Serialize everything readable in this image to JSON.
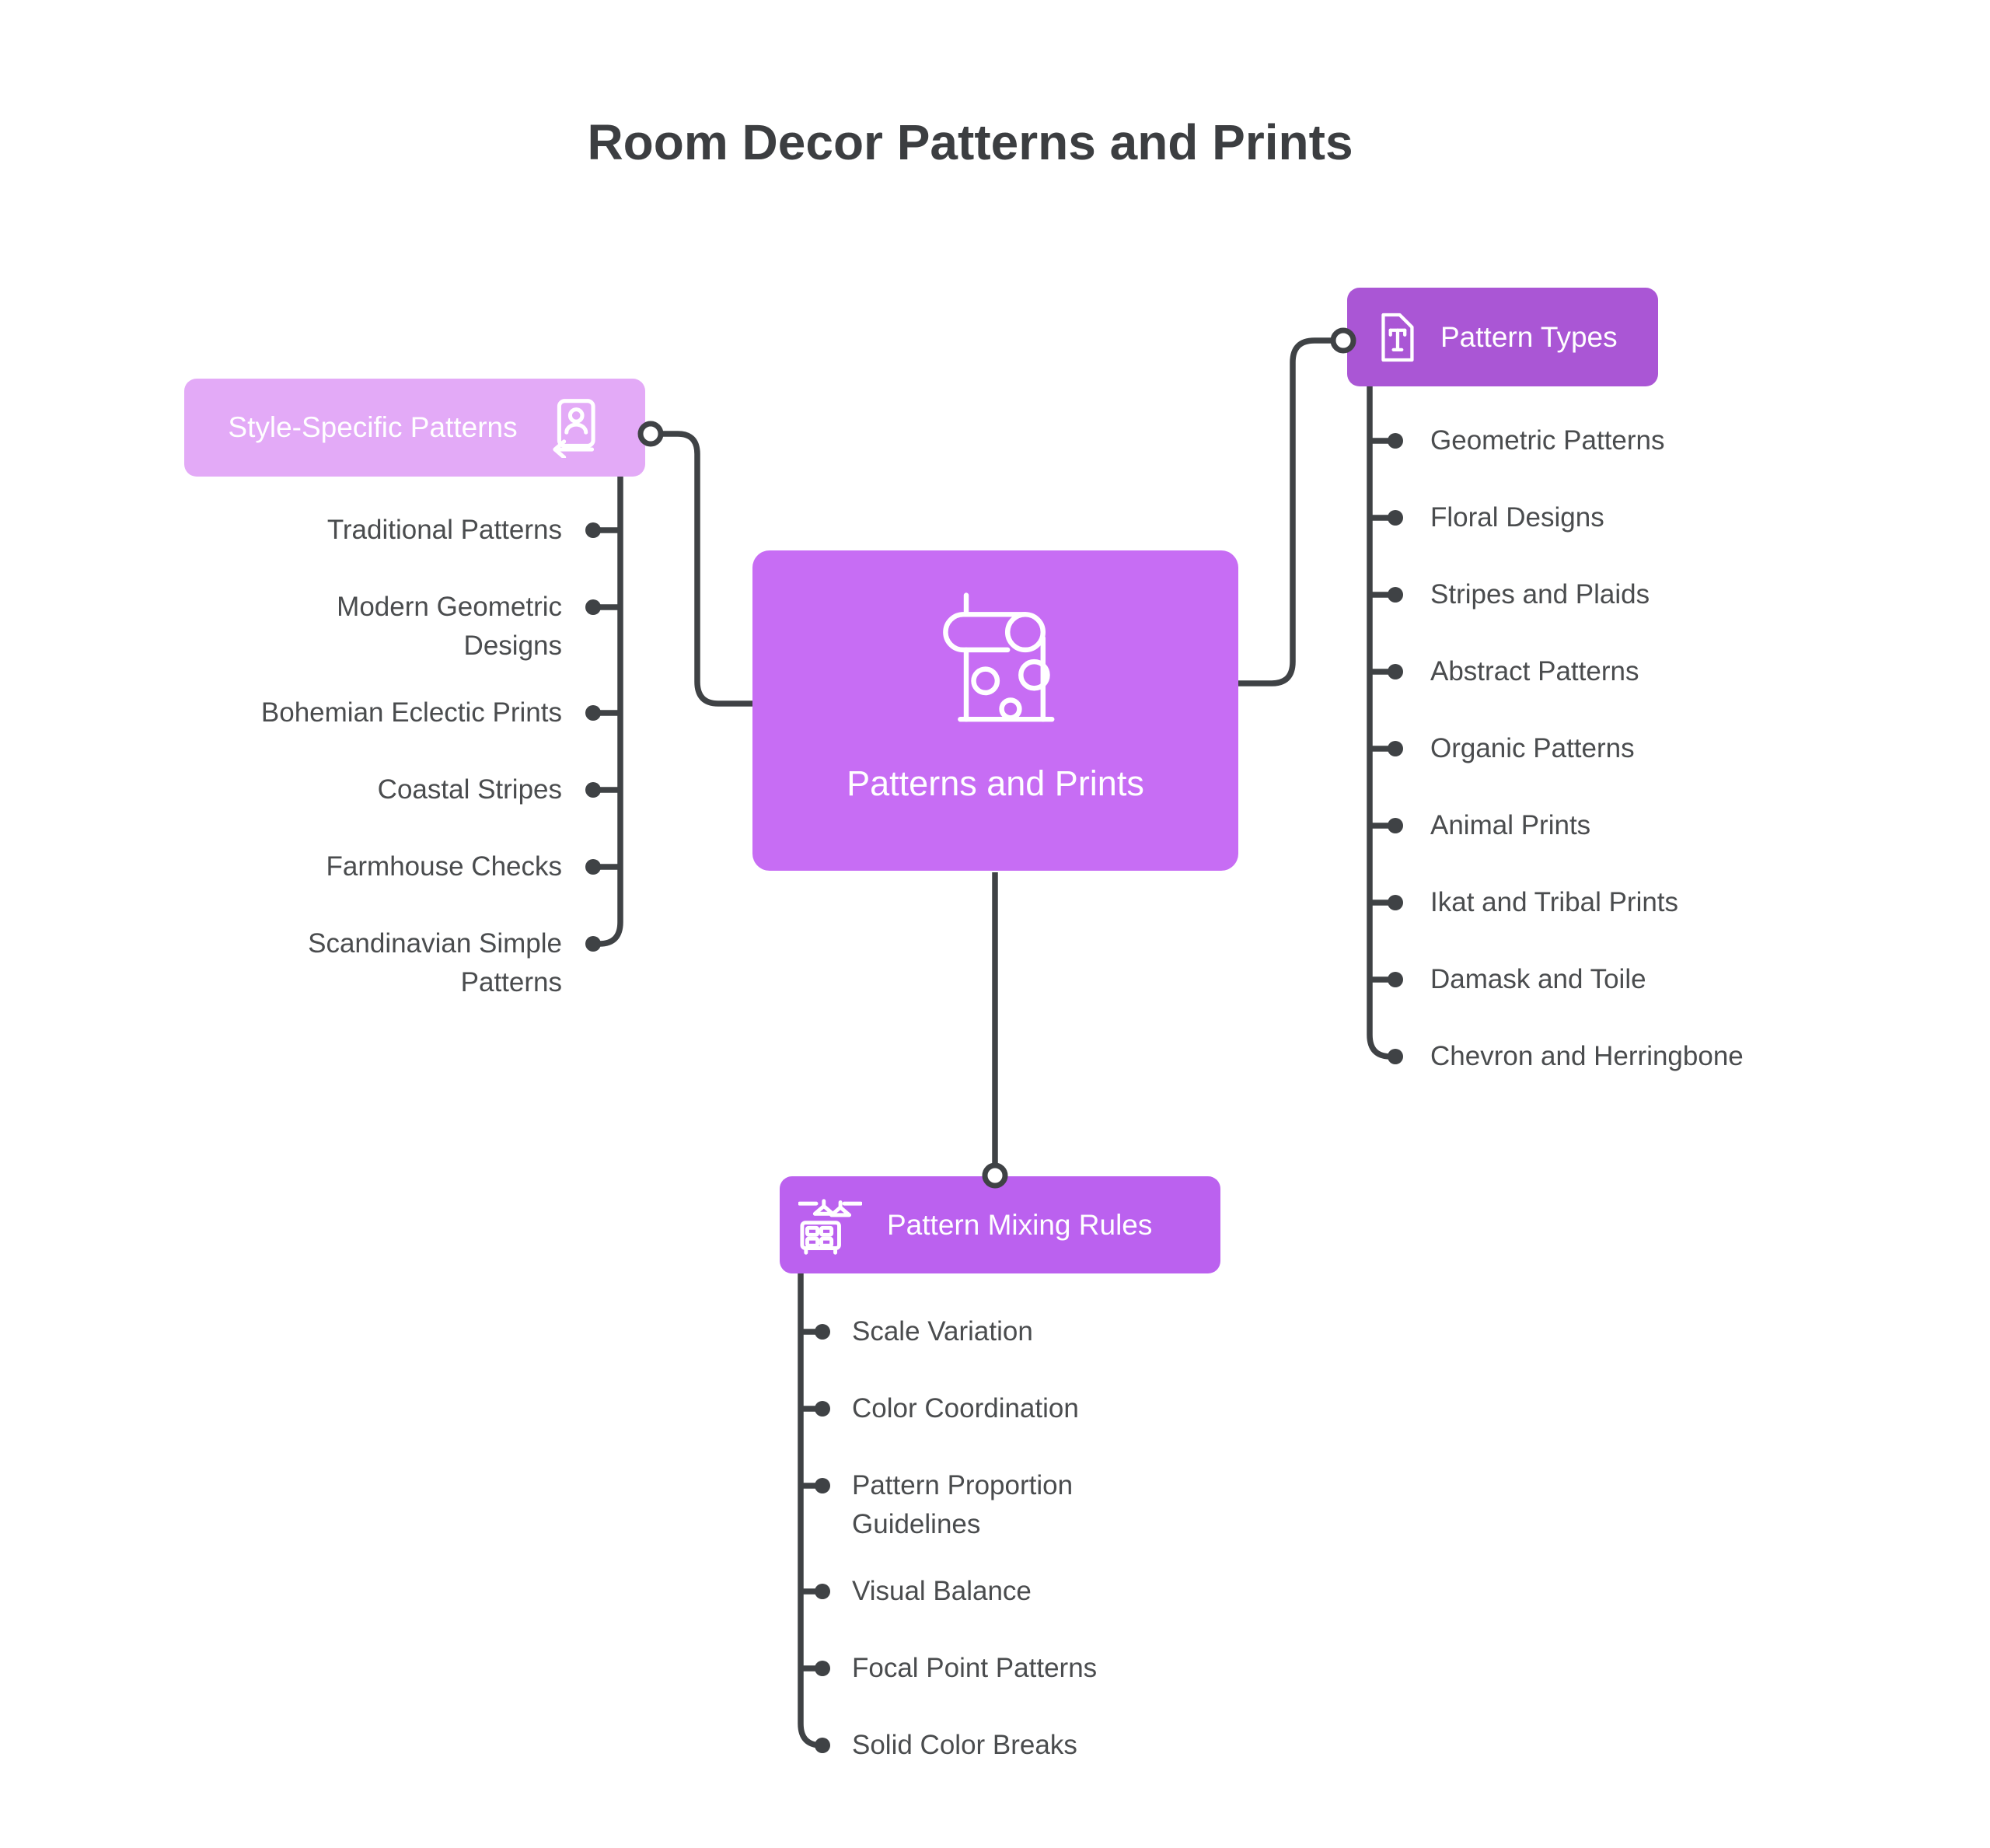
{
  "title": "Room Decor Patterns and Prints",
  "center": {
    "label": "Patterns and Prints",
    "icon": "wallpaper-roll-icon",
    "color": "#c76df4"
  },
  "branches": [
    {
      "id": "style-specific-patterns",
      "label": "Style-Specific Patterns",
      "icon": "contact-card-arrow-icon",
      "color": "#e3aaf7",
      "items": [
        "Traditional Patterns",
        "Modern Geometric\nDesigns",
        "Bohemian Eclectic Prints",
        "Coastal Stripes",
        "Farmhouse Checks",
        "Scandinavian Simple\nPatterns"
      ]
    },
    {
      "id": "pattern-types",
      "label": "Pattern Types",
      "icon": "text-document-icon",
      "color": "#aa56d5",
      "items": [
        "Geometric Patterns",
        "Floral Designs",
        "Stripes and Plaids",
        "Abstract Patterns",
        "Organic Patterns",
        "Animal Prints",
        "Ikat and Tribal Prints",
        "Damask and Toile",
        "Chevron and Herringbone"
      ]
    },
    {
      "id": "pattern-mixing-rules",
      "label": "Pattern Mixing Rules",
      "icon": "hangers-dresser-icon",
      "color": "#bb61ef",
      "items": [
        "Scale Variation",
        "Color Coordination",
        "Pattern Proportion\nGuidelines",
        "Visual Balance",
        "Focal Point Patterns",
        "Solid Color Breaks"
      ]
    }
  ],
  "colors": {
    "connector": "#3f4245",
    "item_text": "#4a4c4e",
    "title_text": "#3c3e41",
    "node_text": "#ffffff"
  }
}
